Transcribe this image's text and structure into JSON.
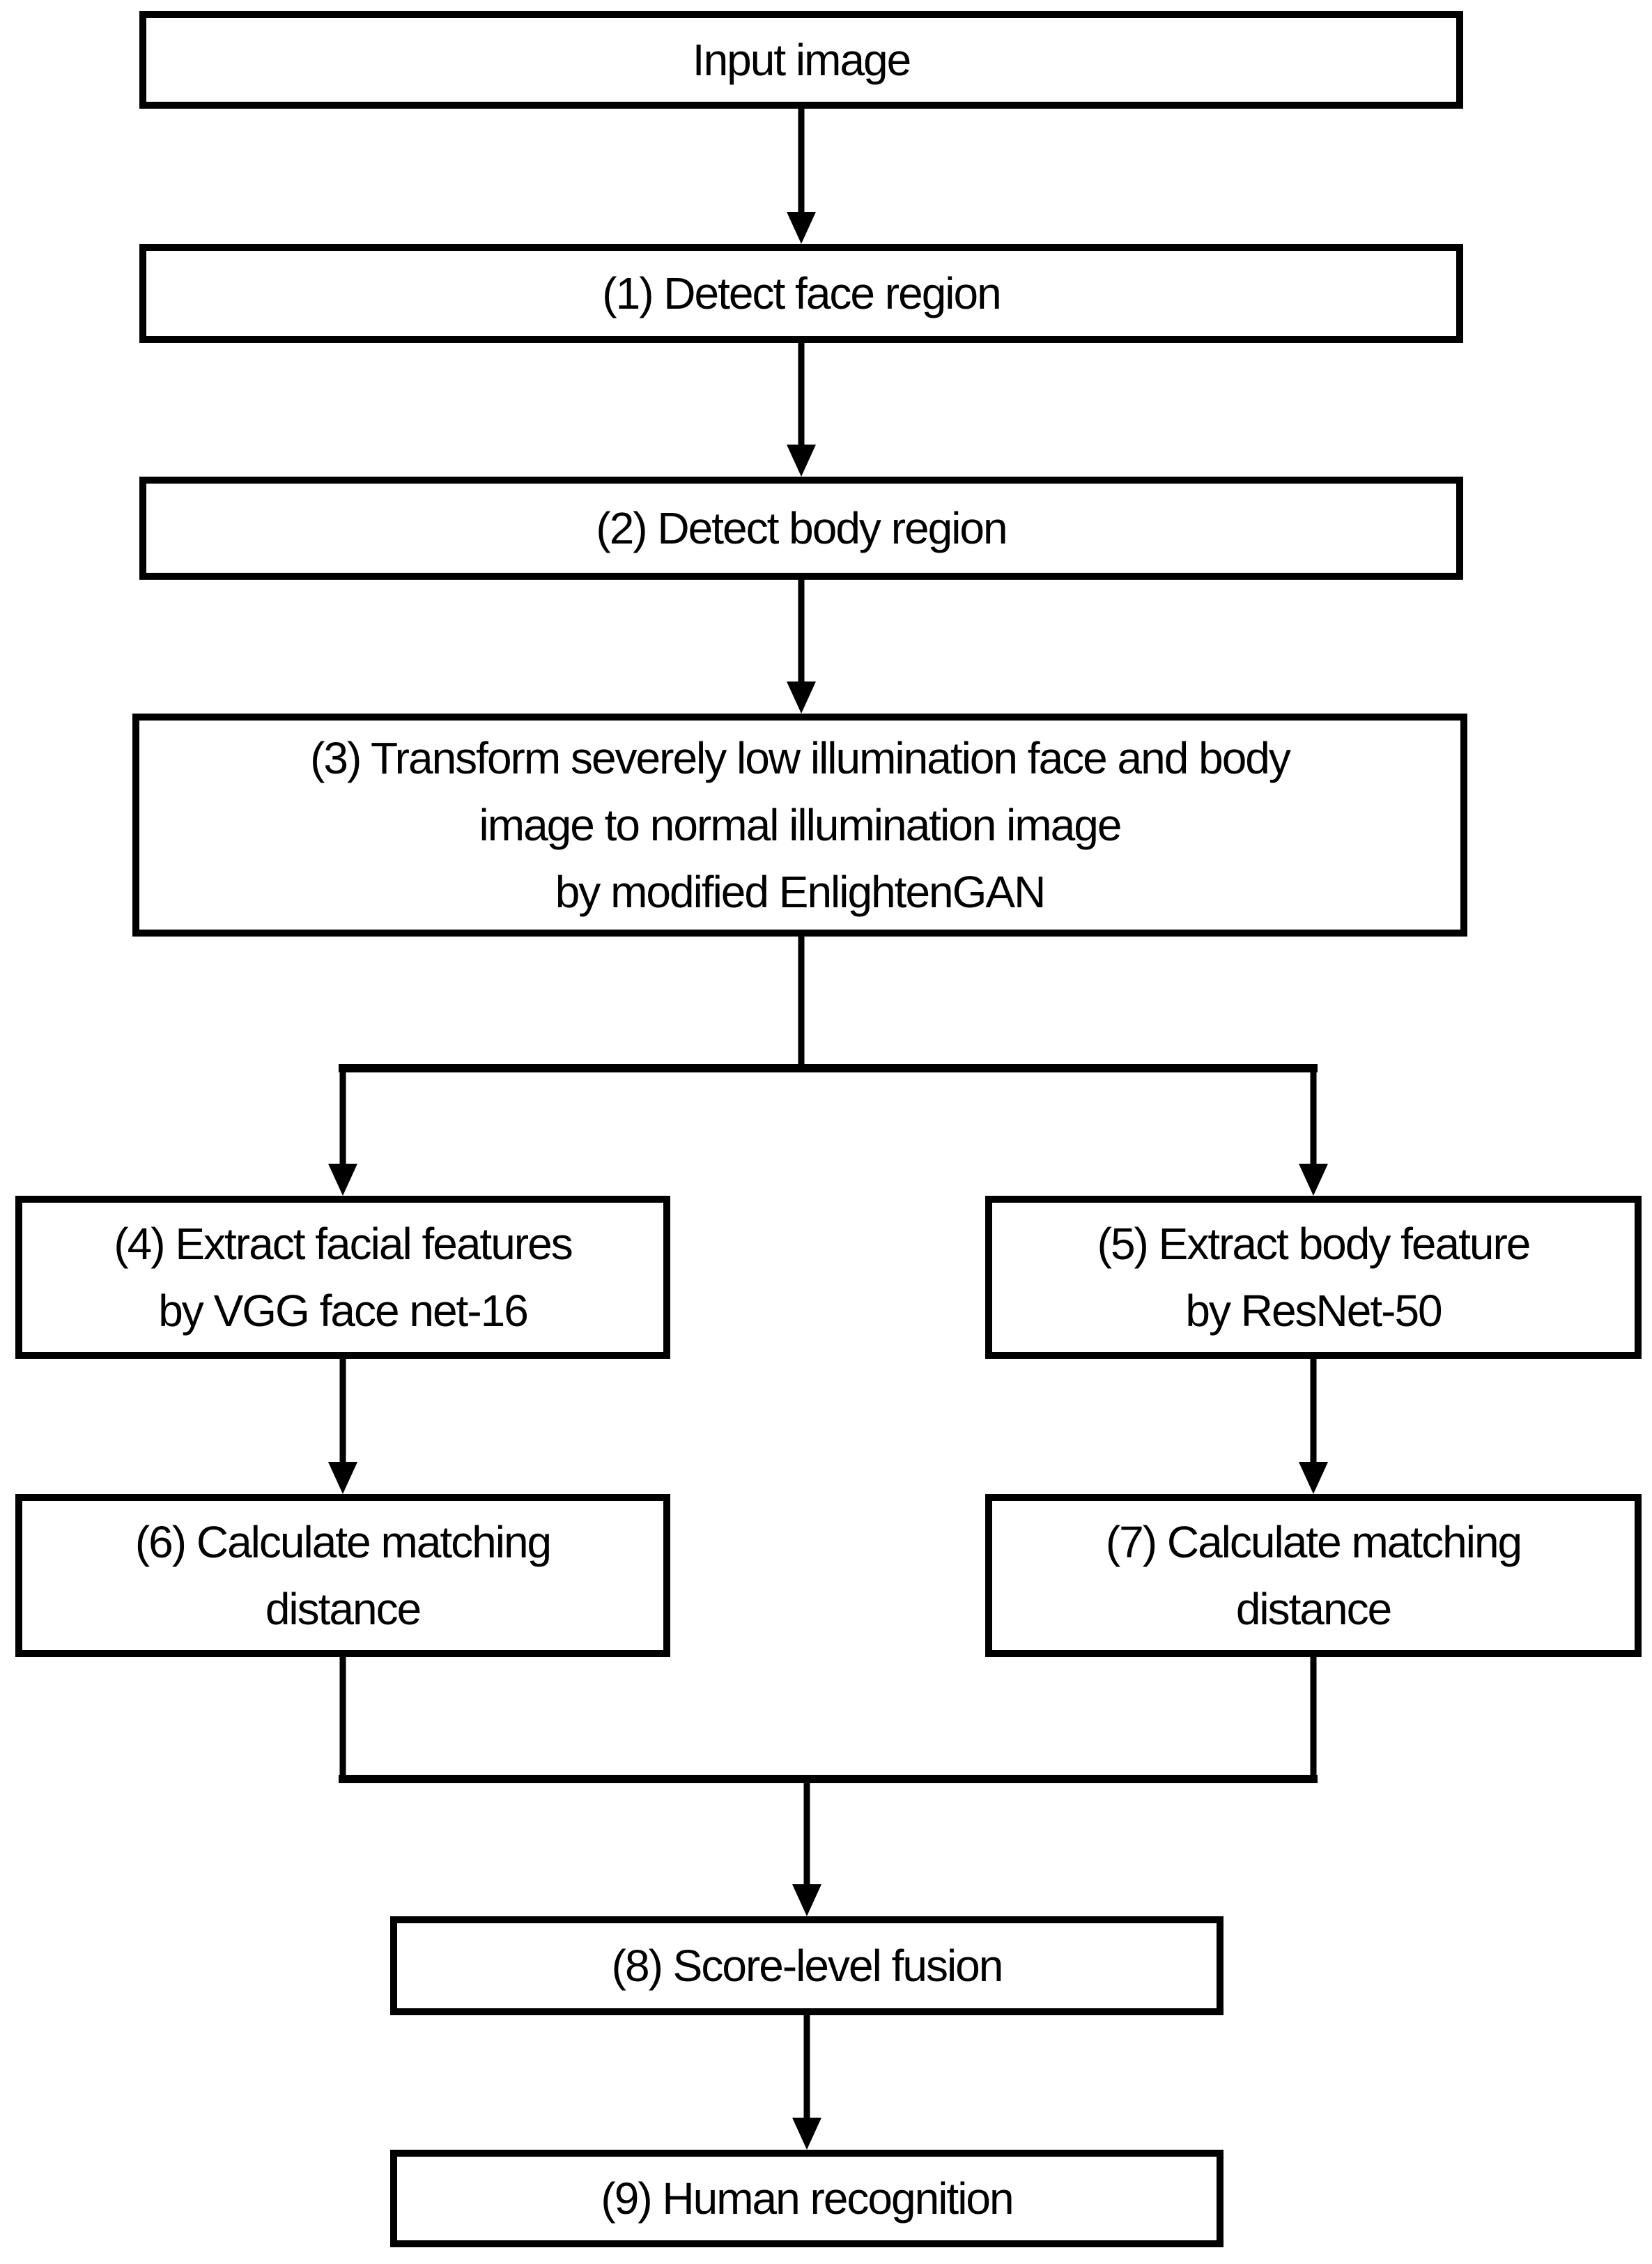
{
  "page": {
    "background": "#ffffff"
  },
  "colors": {
    "line": "#000000",
    "text": "#000000",
    "box_border": "#000000",
    "box_fill": "#ffffff"
  },
  "diagram": {
    "type": "flowchart",
    "nodes": {
      "input": {
        "label": "Input image"
      },
      "detect_face": {
        "label": "(1) Detect face region"
      },
      "detect_body": {
        "label": "(2) Detect body region"
      },
      "transform": {
        "label": "(3) Transform severely low illumination face and body\nimage to normal illumination image\nby modified EnlightenGAN"
      },
      "extract_face": {
        "label": "(4) Extract facial features\nby VGG face net-16"
      },
      "extract_body": {
        "label": "(5) Extract body feature\nby ResNet-50"
      },
      "match_face": {
        "label": "(6) Calculate matching\ndistance"
      },
      "match_body": {
        "label": "(7) Calculate matching\ndistance"
      },
      "fusion": {
        "label": "(8) Score-level fusion"
      },
      "recognition": {
        "label": "(9) Human recognition"
      }
    },
    "edges": [
      {
        "from": "input",
        "to": "detect_face"
      },
      {
        "from": "detect_face",
        "to": "detect_body"
      },
      {
        "from": "detect_body",
        "to": "transform"
      },
      {
        "from": "transform",
        "to": "extract_face"
      },
      {
        "from": "transform",
        "to": "extract_body"
      },
      {
        "from": "extract_face",
        "to": "match_face"
      },
      {
        "from": "extract_body",
        "to": "match_body"
      },
      {
        "from": "match_face",
        "to": "fusion"
      },
      {
        "from": "match_body",
        "to": "fusion"
      },
      {
        "from": "fusion",
        "to": "recognition"
      }
    ]
  }
}
